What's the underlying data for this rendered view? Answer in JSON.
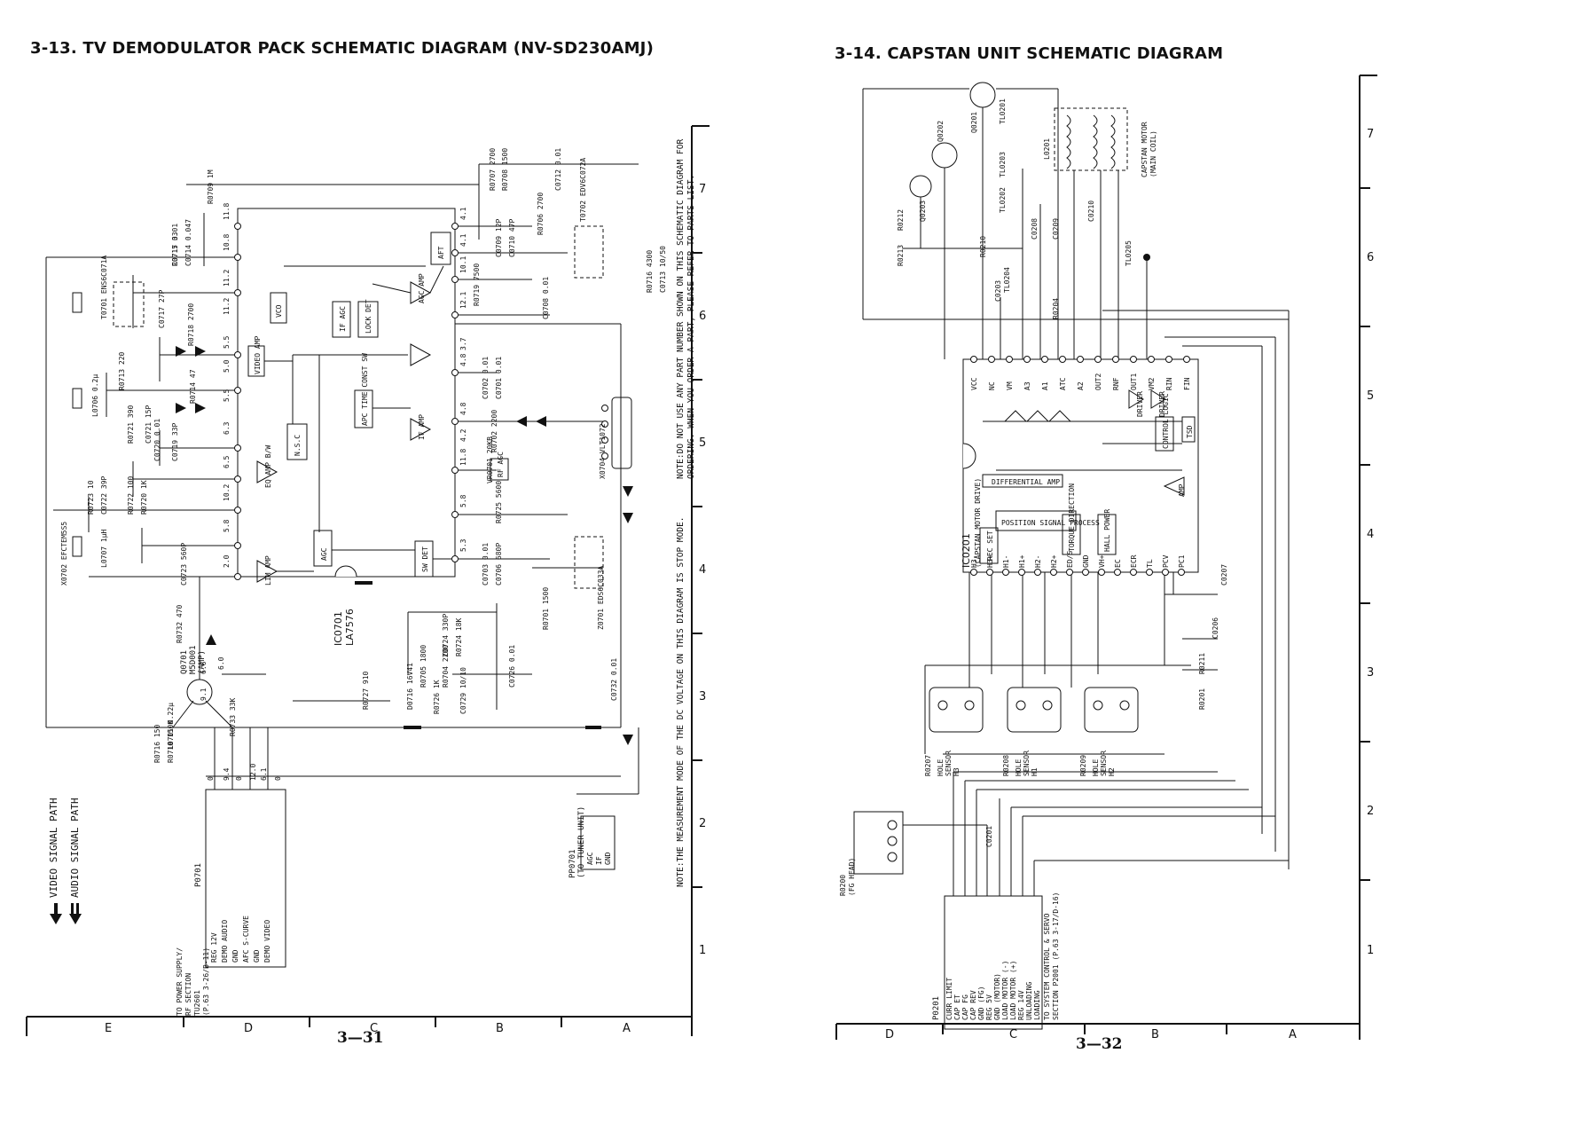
{
  "left": {
    "title": "3-13. TV DEMODULATOR PACK SCHEMATIC DIAGRAM (NV-SD230AMJ)",
    "page": "3—31",
    "grid_rows": [
      "E",
      "D",
      "C",
      "B",
      "A"
    ],
    "grid_cols": [
      "1",
      "2",
      "3",
      "4",
      "5",
      "6",
      "7"
    ],
    "note_part": "NOTE:DO NOT USE ANY PART NUMBER SHOWN ON THIS SCHEMATIC DIAGRAM FOR",
    "note_part2": "ORDERING. WHEN YOU ORDER A PART, PLEASE REFER TO PARTS LIST.",
    "note_measure": "NOTE:THE MEASUREMENT MODE OF THE DC VOLTAGE ON THIS DIAGRAM IS STOP MODE.",
    "legend_video": "VIDEO SIGNAL PATH",
    "legend_audio": "AUDIO SIGNAL PATH",
    "ic_name": "IC0701",
    "ic_part": "LA7576",
    "q_name": "Q0701",
    "q_part": "M5D001",
    "q_role": "(AMP)",
    "connector_main": "P0701",
    "connector_tuner": "PP0701",
    "connector_tuner_sub": "(TO TUNER UNIT)",
    "power_to_lines": [
      "TO POWER SUPPLY/",
      "RF SECTION",
      "TU2601",
      "(P.63 3-26/B-11)"
    ],
    "pins_main": [
      "REG 12V",
      "DEMO AUDIO",
      "GND",
      "AFC S-CURVE",
      "GND",
      "DEMO VIDEO"
    ],
    "pins_tuner": [
      "AGC",
      "IF",
      "GND"
    ],
    "blocks": [
      "AFT",
      "VCO",
      "IF AGC",
      "LOCK DET",
      "AGC AMP",
      "IF AMP",
      "VIDEO AMP",
      "APC TIME CONST SW",
      "N.S.C",
      "EQ AMP B/W",
      "AGC",
      "LIM AMP",
      "RF AGC",
      "SW DET"
    ],
    "components": [
      "C0715 0.01",
      "C0714 0.047",
      "R0709 1M",
      "C0717 27P",
      "R0707 2700",
      "R0708 1500",
      "C0712 0.01",
      "R0706 2700",
      "C0709 12P",
      "C0710 47P",
      "T0701 ENS6C071A",
      "T0702 EDV6C072A",
      "R0716 4300",
      "C0713 10/50",
      "R0718 2700",
      "R0713 220",
      "L0706 0.2µ",
      "R0719 7500",
      "C0708 0.01",
      "C0702 0.01",
      "C0701 0.01",
      "R0702 2200",
      "R0714 47",
      "R0721 390",
      "C0721 15P",
      "C0720 0.01",
      "C0719 33P",
      "VR0701 20KB",
      "R0725 5600",
      "X0704 VLT1072",
      "R0723 10",
      "C0722 39P",
      "R0722 100",
      "R0720 1K",
      "L0707 1µH",
      "X0702 EFCTEM5S5",
      "C0723 560P",
      "C0703 0.01",
      "C0706 680P",
      "R0701 1500",
      "Z0701 EDS6C033A",
      "R0732 470",
      "C0724 330P",
      "R0724 18K",
      "R0705 1800",
      "R0704 2200",
      "C0726 0.01",
      "R0726 1K",
      "C0729 10/10",
      "R0727 910",
      "D0716 16V41",
      "C0732 0.01",
      "L0701 0.22µ",
      "R0716 150",
      "R0710 150K",
      "R0733 33K",
      "R0717 33"
    ],
    "voltages": [
      "11.8",
      "10.8",
      "11.2",
      "11.2",
      "5.5",
      "5.0",
      "5.5",
      "6.3",
      "6.5",
      "10.2",
      "5.8",
      "2.0",
      "4.1",
      "4.1",
      "10.1",
      "12.1",
      "3.7",
      "4.8",
      "4.8",
      "4.2",
      "11.8",
      "5.8",
      "5.3",
      "9.1",
      "6.6",
      "6.0",
      "0",
      "9.4",
      "0",
      "12.0",
      "6.1",
      "0"
    ]
  },
  "right": {
    "title": "3-14.  CAPSTAN UNIT SCHEMATIC DIAGRAM",
    "page": "3—32",
    "grid_rows": [
      "D",
      "C",
      "B",
      "A"
    ],
    "grid_cols": [
      "1",
      "2",
      "3",
      "4",
      "5",
      "6",
      "7"
    ],
    "ic_name": "IC0201",
    "ic_part": "(CAPSTAN MOTOR DRIVE)",
    "motor_label": [
      "CAPSTAN MOTOR",
      "(MAIN COIL)"
    ],
    "fg_label": [
      "R0200",
      "(FG HEAD)"
    ],
    "hall_sensors": [
      {
        "r": "R0207",
        "label": [
          "HOLE",
          "SENSOR",
          "H3"
        ]
      },
      {
        "r": "R0208",
        "label": [
          "HOLE",
          "SENSOR",
          "H1"
        ]
      },
      {
        "r": "R0209",
        "label": [
          "HOLE",
          "SENSOR",
          "H2"
        ]
      }
    ],
    "connector": "P0201",
    "connector_to": [
      "TO SYSTEM CONTROL & SERVO",
      "SECTION P2001 (P.63 3-17/D-16)"
    ],
    "pins": [
      "CURR LIMIT",
      "CAP ET",
      "CAP FG",
      "CAP REV",
      "GND (FG)",
      "REG 5V",
      "GND (MOTOR)",
      "LOAD MOTOR (-)",
      "LOAD MOTOR (+)",
      "REG 14V",
      "UNLOADING",
      "LOADING"
    ],
    "ic_blocks": [
      "DIFFERENTIAL AMP",
      "POSITION SIGNAL PROCESS",
      "TORQUE DIRECTION",
      "HALL POWER",
      "CONTROL LOGIC",
      "TSD",
      "DRIVER",
      "DRIVER",
      "AMP",
      "REC SET"
    ],
    "ic_pins_top": [
      "VCC",
      "NC",
      "VM",
      "A3",
      "A1",
      "ATC",
      "A2",
      "OUT2",
      "RNF",
      "OUT1",
      "VM2",
      "RIN",
      "FIN"
    ],
    "ic_pins_bottom": [
      "H3-",
      "H3+",
      "H1-",
      "H1+",
      "H2-",
      "H2+",
      "ED/S",
      "GND",
      "VH+",
      "EC",
      "ECR",
      "TL",
      "PCV",
      "PC1"
    ],
    "components": [
      "Q0201",
      "Q0202",
      "Q0203",
      "R0212",
      "R0213",
      "R0210",
      "TL0201",
      "TL0202",
      "TL0203",
      "TL0204",
      "TL0205",
      "L0201",
      "C0208",
      "C0209",
      "C0210",
      "C0203",
      "R0204",
      "C0206",
      "C0207",
      "R0211",
      "R0201",
      "C0201"
    ]
  }
}
